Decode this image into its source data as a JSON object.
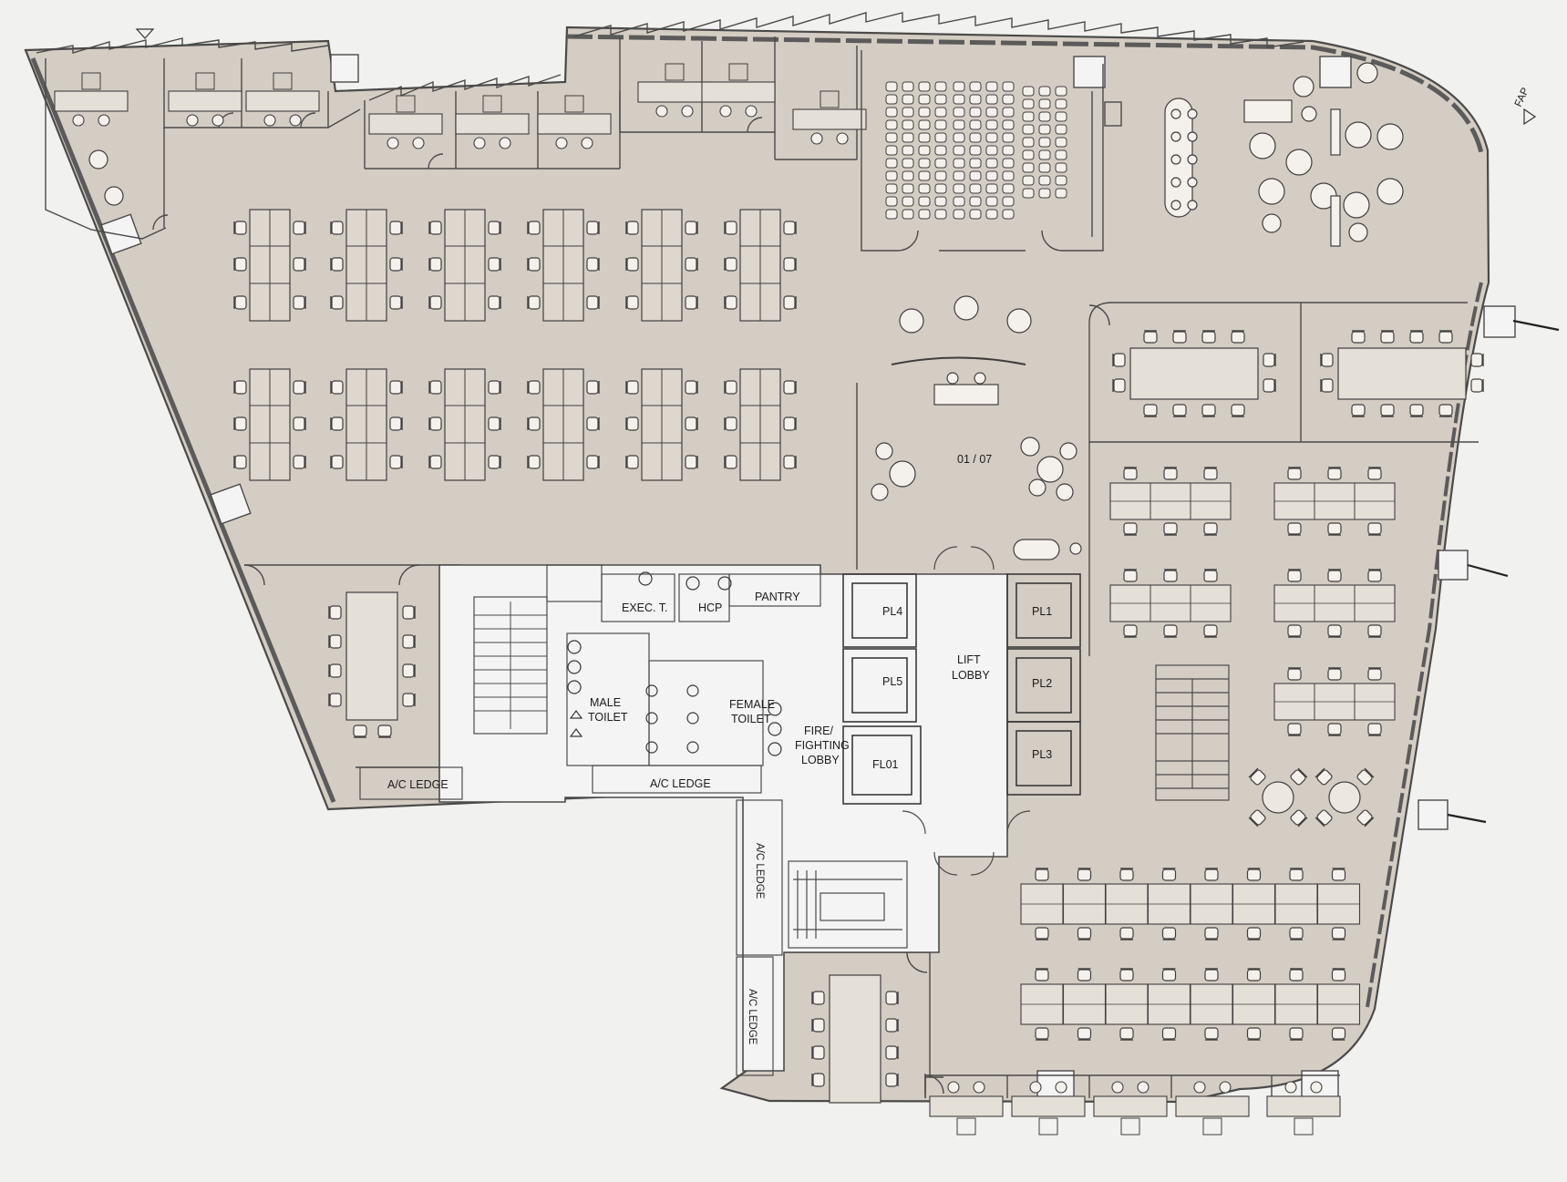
{
  "labels": {
    "unit": "01 / 07",
    "exec_t": "EXEC. T.",
    "hcp": "HCP",
    "pantry": "PANTRY",
    "male_1": "MALE",
    "male_2": "TOILET",
    "female_1": "FEMALE",
    "female_2": "TOILET",
    "lift_1": "LIFT",
    "lift_2": "LOBBY",
    "pl4": "PL4",
    "pl5": "PL5",
    "pl1": "PL1",
    "pl2": "PL2",
    "pl3": "PL3",
    "fl01": "FL01",
    "fire_1": "FIRE/",
    "fire_2": "FIGHTING",
    "fire_3": "LOBBY",
    "ac_ledge_1": "A/C LEDGE",
    "ac_ledge_2": "A/C LEDGE",
    "ac_ledge_3": "A/C LEDGE",
    "ac_ledge_4": "A/C LEDGE",
    "fap": "FAP"
  },
  "colors": {
    "floor_fill": "#d4cdc3",
    "line": "#4a4a4a",
    "core_fill": "#f4f4f4",
    "paper": "#f1f1ef"
  }
}
